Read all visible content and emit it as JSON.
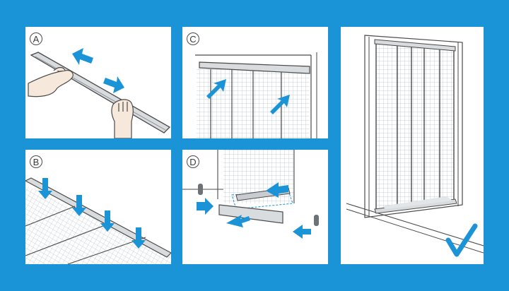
{
  "steps": [
    {
      "label": "A"
    },
    {
      "label": "B"
    },
    {
      "label": "C"
    },
    {
      "label": "D"
    }
  ],
  "colors": {
    "frame": "#1a93d7",
    "arrow": "#1a93d7",
    "panel": "#ffffff",
    "line": "#4a4a4a",
    "skin": "#f6e9dc",
    "mesh": "#cfd6dc"
  },
  "icons": [
    "double-arrow-icon",
    "arrow-icon",
    "hand-icon",
    "checkmark-icon"
  ]
}
